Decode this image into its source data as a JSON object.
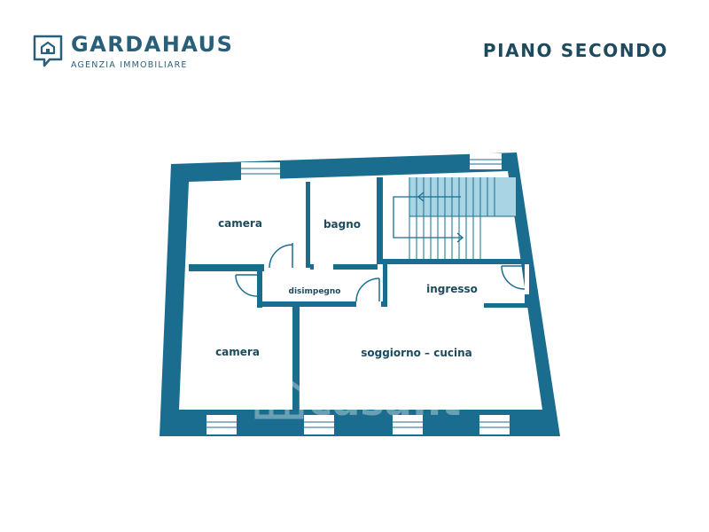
{
  "brand": {
    "name": "GARDAHAUS",
    "tagline": "AGENZIA IMMOBILIARE",
    "color": "#2a5f7a"
  },
  "floor_title": "PIANO SECONDO",
  "wall_color": "#1a6d8f",
  "stair_fill": "#a9d4e4",
  "rooms": {
    "camera_top": "camera",
    "bagno": "bagno",
    "disimpegno": "disimpegno",
    "ingresso": "ingresso",
    "camera_bottom": "camera",
    "soggiorno": "soggiorno – cucina"
  },
  "watermark": "casa.it"
}
